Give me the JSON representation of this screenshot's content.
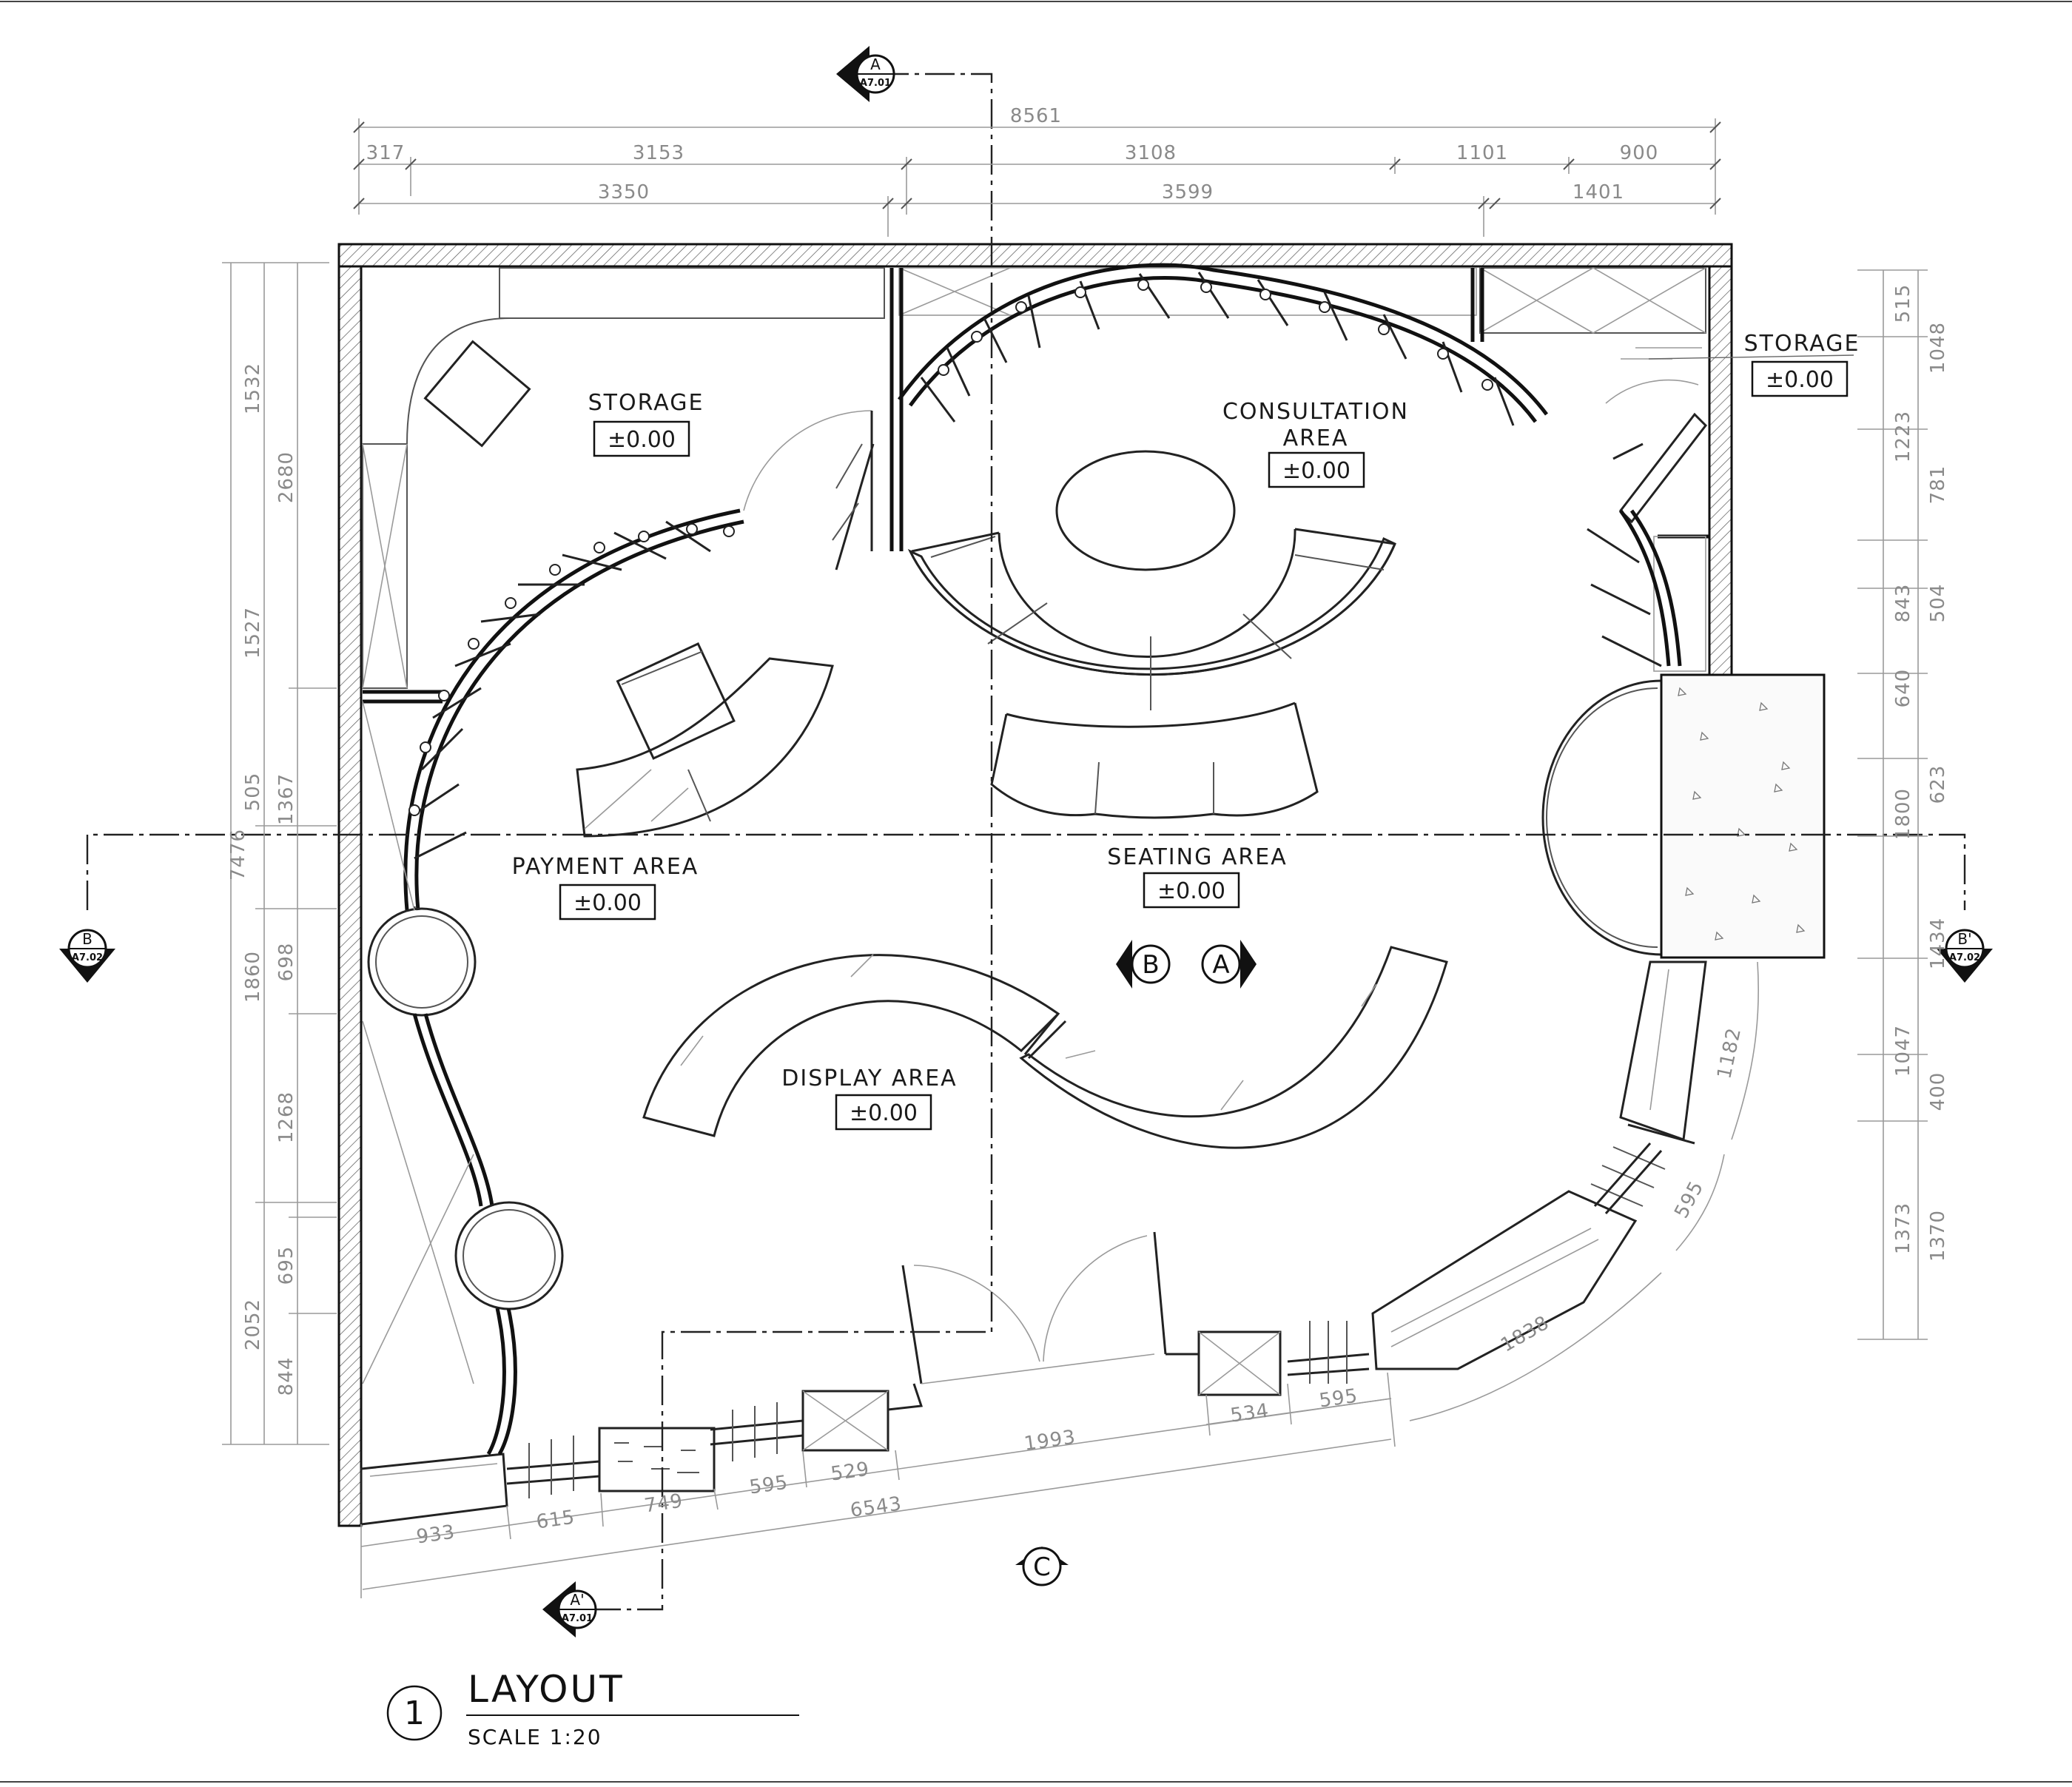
{
  "drawing": {
    "title": "LAYOUT",
    "number": "1",
    "scale": "SCALE 1:20"
  },
  "rooms": {
    "storage_left": {
      "name": "STORAGE",
      "level": "±0.00"
    },
    "consultation": {
      "name_line1": "CONSULTATION",
      "name_line2": "AREA",
      "level": "±0.00"
    },
    "storage_right": {
      "name": "STORAGE",
      "level": "±0.00"
    },
    "payment": {
      "name": "PAYMENT AREA",
      "level": "±0.00"
    },
    "seating": {
      "name": "SEATING AREA",
      "level": "±0.00"
    },
    "display": {
      "name": "DISPLAY AREA",
      "level": "±0.00"
    }
  },
  "section_marks": {
    "a_top": {
      "letter": "A",
      "sheet": "A7.01"
    },
    "a_bottom": {
      "letter": "A'",
      "sheet": "A7.01"
    },
    "b_left": {
      "letter": "B",
      "sheet": "A7.02"
    },
    "b_right": {
      "letter": "B'",
      "sheet": "A7.02"
    }
  },
  "elevation_marks": {
    "b": "B",
    "a": "A",
    "c": "C"
  },
  "dimensions": {
    "top_overall": "8561",
    "top_row1": [
      "317",
      "3153",
      "3108",
      "1101",
      "900"
    ],
    "top_row2": [
      "3350",
      "3599",
      "1401"
    ],
    "left_overall": "7476",
    "left_col1": [
      "1532",
      "1527",
      "505",
      "1860",
      "1268",
      "2052"
    ],
    "left_col2": [
      "2680",
      "1367",
      "698",
      "695",
      "844"
    ],
    "right_col1": [
      "515",
      "1223",
      "843",
      "640",
      "1800",
      "1047",
      "1373"
    ],
    "right_col2": [
      "1048",
      "781",
      "504",
      "623",
      "1434",
      "400",
      "1370"
    ],
    "bottom_front": [
      "933",
      "615",
      "749",
      "595",
      "529",
      "1993",
      "534",
      "595"
    ],
    "bottom_overall": "6543",
    "curve_right": [
      "1838",
      "595",
      "1182"
    ]
  },
  "colors": {
    "line": "#111111",
    "dimension": "#8a8a8a",
    "background": "#ffffff"
  }
}
